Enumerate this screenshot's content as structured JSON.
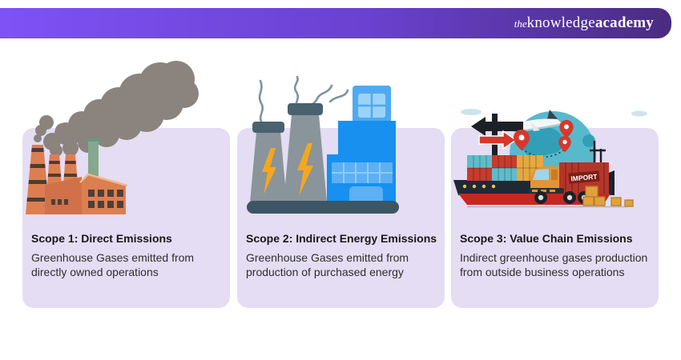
{
  "header": {
    "logo_the": "the",
    "logo_knowledge": "knowledge",
    "logo_academy": "academy"
  },
  "cards": [
    {
      "title": "Scope 1: Direct Emissions",
      "description": "Greenhouse Gases emitted from directly owned operations",
      "icon": "factory-smoke-icon"
    },
    {
      "title": "Scope 2: Indirect Energy Emissions",
      "description": "Greenhouse Gases emitted from production of purchased energy",
      "icon": "power-plant-icon"
    },
    {
      "title": "Scope 3: Value Chain Emissions",
      "description": "Indirect greenhouse gases production from outside business operations",
      "icon": "supply-chain-icon"
    }
  ],
  "scope3_labels": {
    "import": "IMPORT"
  },
  "colors": {
    "header_gradient_start": "#7e52f5",
    "header_gradient_end": "#4a2c80",
    "card_background": "#e4ddf3",
    "smoke_gray": "#8a837e",
    "factory_orange": "#dd7e50",
    "factory_green_chimney": "#85a88e",
    "tower_gray": "#8a949b",
    "bolt_yellow": "#f4a71d",
    "building_blue": "#1790ef",
    "platform_slate": "#3d5666",
    "globe_teal": "#58b9cd",
    "pin_red": "#d6382c",
    "container_red": "#c73b2d",
    "container_amber": "#e6a93f",
    "container_teal": "#5fbccc"
  }
}
